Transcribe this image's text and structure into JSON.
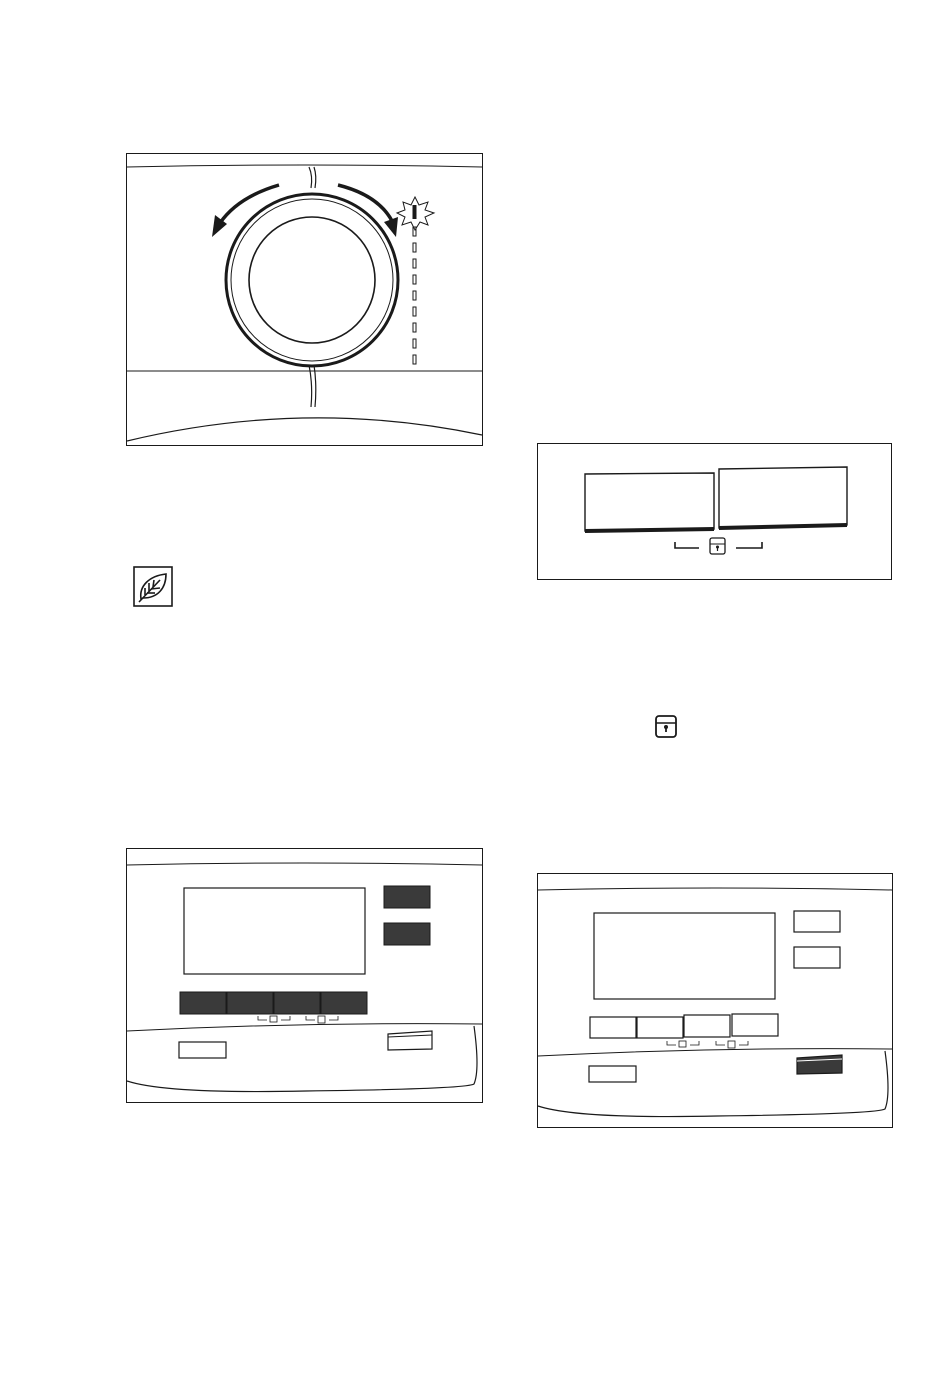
{
  "colors": {
    "background": "#ffffff",
    "line": "#1a1a1a",
    "button_dark": "#3a3a3a"
  },
  "figures": [
    {
      "id": "dial",
      "icons": [
        "rotate-counterclockwise-arrow-icon",
        "rotate-clockwise-arrow-icon",
        "indicator-light-icon"
      ]
    },
    {
      "id": "eco",
      "icons": [
        "leaf-icon"
      ]
    },
    {
      "id": "two-buttons",
      "icons": [
        "child-lock-icon"
      ]
    },
    {
      "id": "lock-symbol",
      "icons": [
        "child-lock-icon"
      ]
    },
    {
      "id": "panel-a",
      "highlighted": "display-buttons"
    },
    {
      "id": "panel-b",
      "highlighted": "start-pause-button"
    }
  ]
}
